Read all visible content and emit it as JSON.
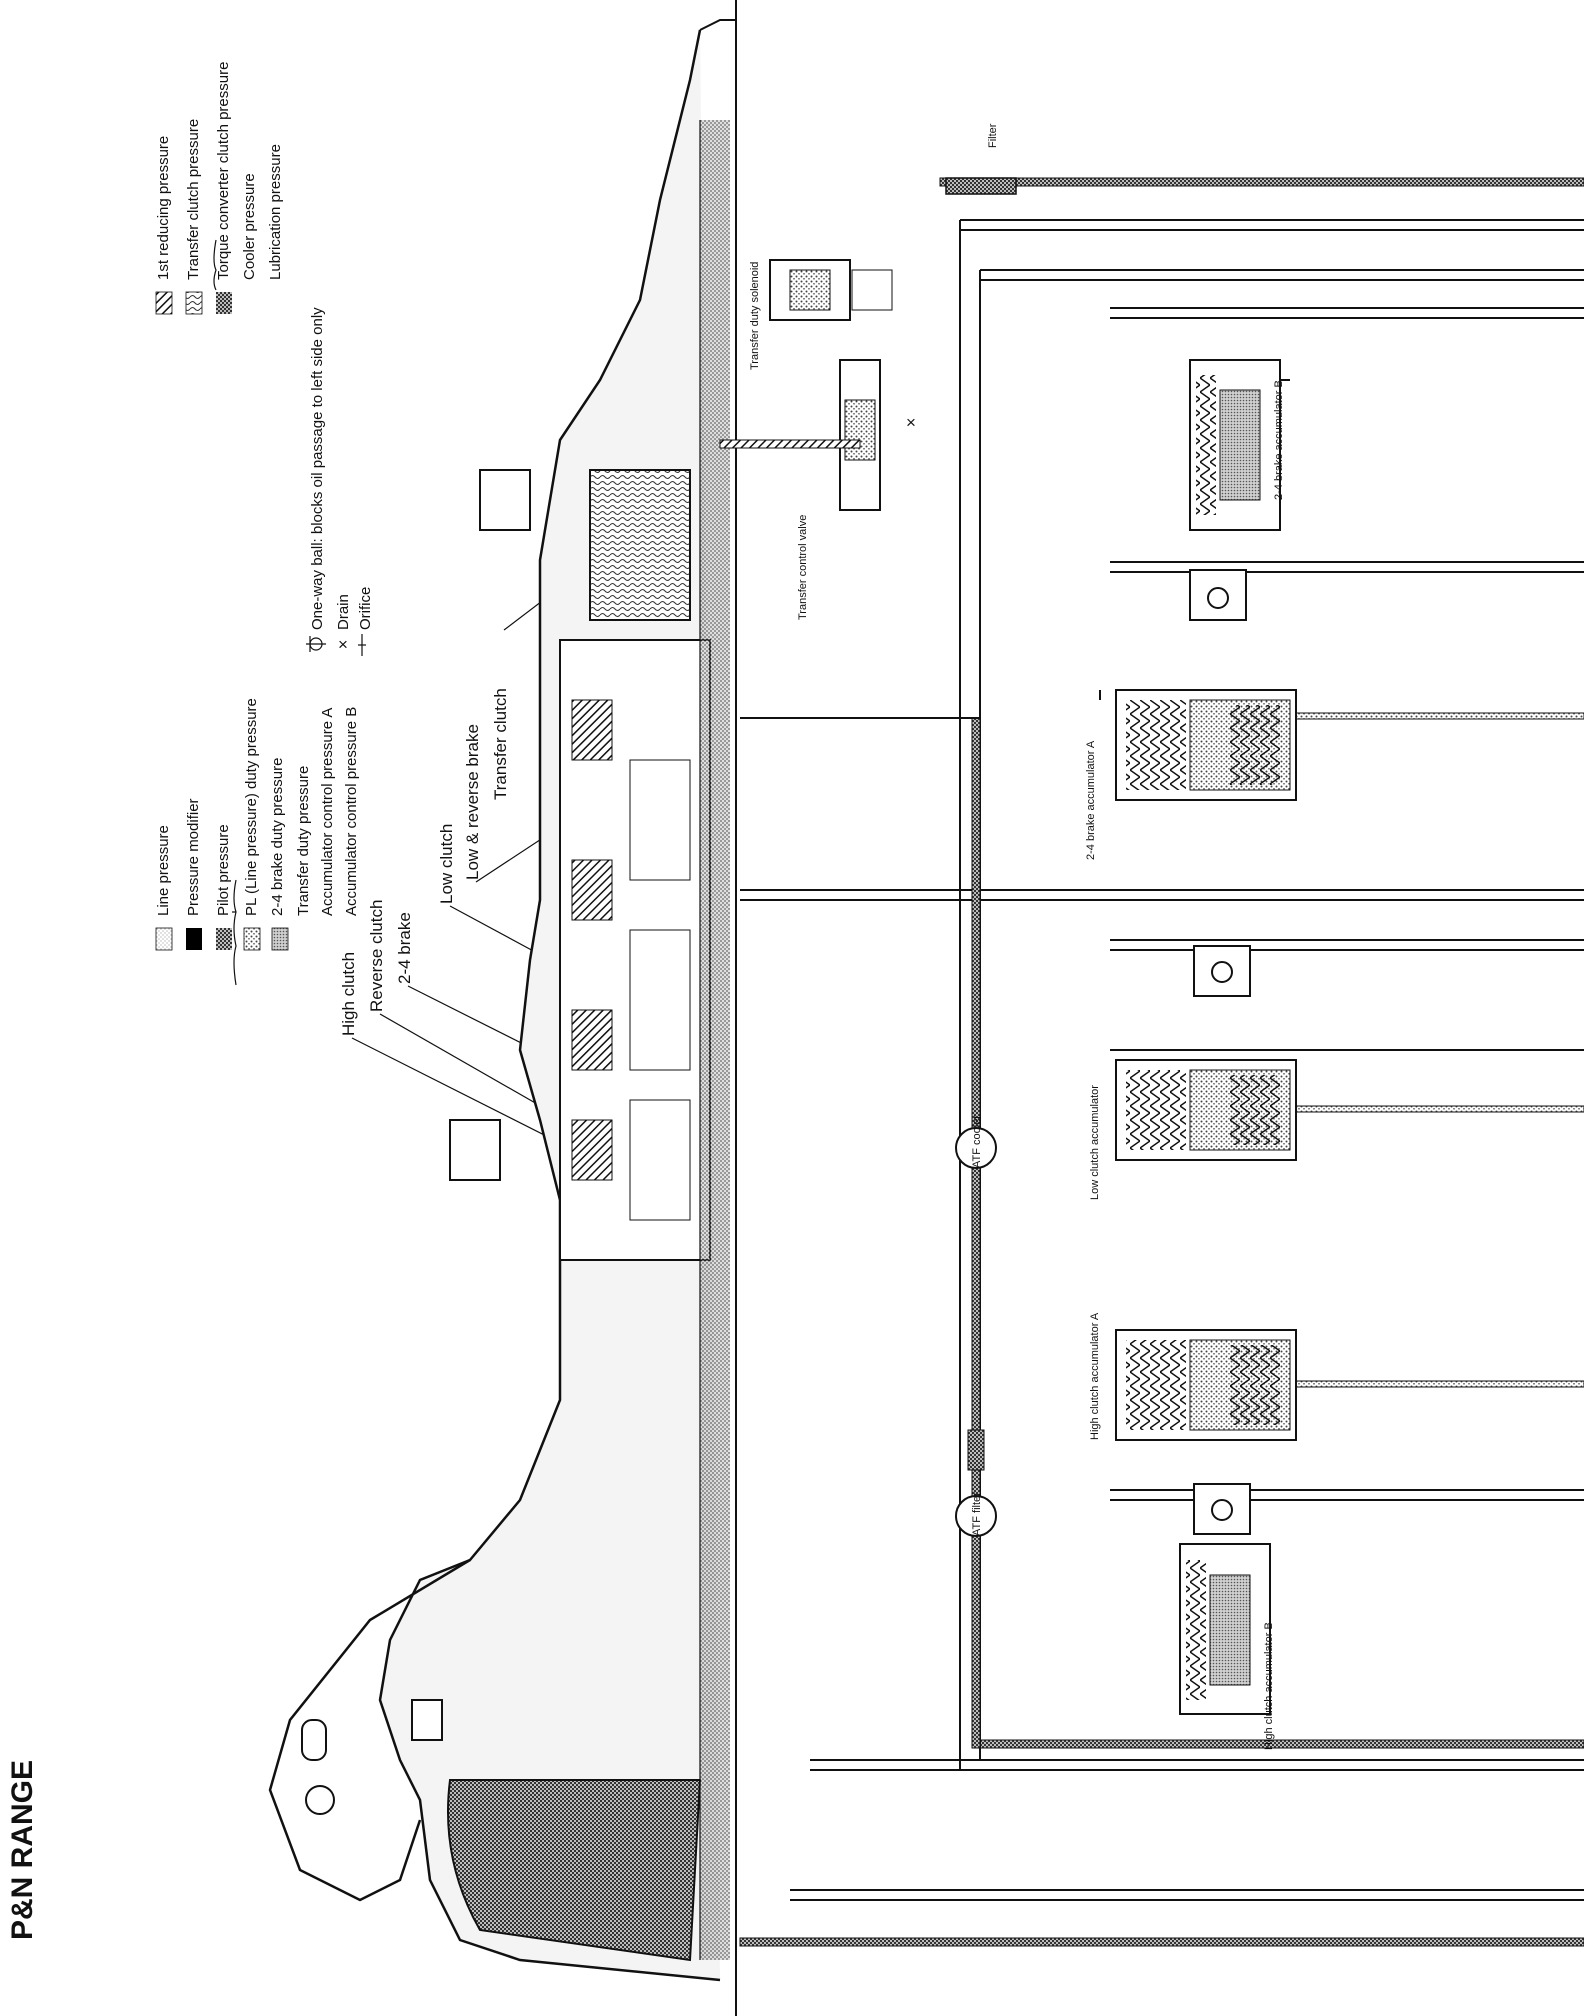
{
  "title": "P&N RANGE",
  "legend_left": [
    {
      "label": "Line pressure",
      "swatch": "line"
    },
    {
      "label": "Pressure modifier",
      "swatch": "modifier"
    },
    {
      "label": "Pilot pressure",
      "swatch": "pilot"
    },
    {
      "label": "PL (Line pressure) duty pressure",
      "swatch": "dots"
    },
    {
      "label": "2-4 brake duty pressure",
      "swatch": "dots"
    },
    {
      "label": "Transfer duty pressure",
      "swatch": "dots"
    },
    {
      "label": "Accumulator control pressure A",
      "swatch": "accum"
    },
    {
      "label": "Accumulator control pressure B",
      "swatch": "accum"
    }
  ],
  "legend_right": [
    {
      "label": "1st reducing pressure",
      "swatch": "hatch"
    },
    {
      "label": "Transfer clutch pressure",
      "swatch": "wave"
    },
    {
      "label": "Torque converter clutch pressure",
      "swatch": "blank"
    },
    {
      "label": "Cooler pressure",
      "swatch": "blank"
    },
    {
      "label": "Lubrication pressure",
      "swatch": "pilot"
    }
  ],
  "symbols": [
    {
      "label": "One-way ball: blocks oil passage to left side only",
      "symbol": "ball"
    },
    {
      "label": "Drain",
      "symbol": "x"
    },
    {
      "label": "Orifice",
      "symbol": "orifice"
    }
  ],
  "callouts": {
    "high_clutch": "High clutch",
    "reverse_clutch": "Reverse clutch",
    "brake_24": "2-4 brake",
    "low_clutch": "Low clutch",
    "low_reverse_brake": "Low & reverse brake",
    "transfer_clutch": "Transfer clutch"
  },
  "components": {
    "filter": "Filter",
    "transfer_duty_solenoid": "Transfer duty solenoid",
    "transfer_control_valve": "Transfer control valve",
    "brake_24_accum_b": "2-4 brake accumulator B",
    "brake_24_accum_a": "2-4 brake accumulator A",
    "low_clutch_accum": "Low clutch accumulator",
    "high_clutch_accum_a": "High clutch accumulator A",
    "high_clutch_accum_b": "High clutch accumulator B",
    "atf_cooler": "ATF cooler",
    "atf_filter": "ATF filter"
  },
  "colors": {
    "ink": "#111111",
    "background": "#ffffff",
    "line_fill": "#e6e6e6",
    "modifier_fill": "#000000",
    "pilot_fill": "#8a8a8a"
  }
}
